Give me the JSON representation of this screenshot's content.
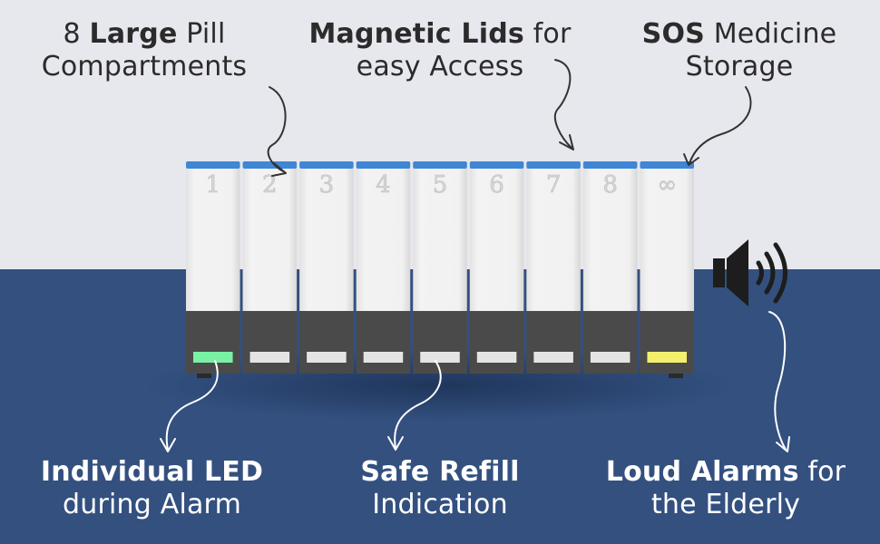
{
  "captions": {
    "pills": {
      "bold": "Large",
      "pre": "8 ",
      "post": " Pill",
      "line2": "Compartments"
    },
    "lids": {
      "bold": "Magnetic Lids",
      "post": " for",
      "line2": "easy Access"
    },
    "sos": {
      "bold": "SOS",
      "post": " Medicine",
      "line2": "Storage"
    },
    "led": {
      "bold": "Individual LED",
      "line2": "during Alarm"
    },
    "refill": {
      "bold": "Safe Refill",
      "line2": "Indication"
    },
    "alarm": {
      "bold": "Loud Alarms",
      "post": " for",
      "line2": "the Elderly"
    }
  },
  "compartments": [
    {
      "label": "1",
      "led_color": "#7af0a6"
    },
    {
      "label": "2",
      "led_color": "#e4e4e4"
    },
    {
      "label": "3",
      "led_color": "#e4e4e4"
    },
    {
      "label": "4",
      "led_color": "#e4e4e4"
    },
    {
      "label": "5",
      "led_color": "#e4e4e4"
    },
    {
      "label": "6",
      "led_color": "#e4e4e4"
    },
    {
      "label": "7",
      "led_color": "#e4e4e4"
    },
    {
      "label": "8",
      "led_color": "#e4e4e4"
    },
    {
      "label": "∞",
      "led_color": "#f5ef6e"
    }
  ],
  "colors": {
    "top_background": "#e7e7ee",
    "bottom_background": "#33507f",
    "lid_blue": "#3f86d6",
    "device_body": "#efefef",
    "device_base": "#4a4a4a"
  },
  "icons": {
    "speaker": "speaker-icon"
  }
}
